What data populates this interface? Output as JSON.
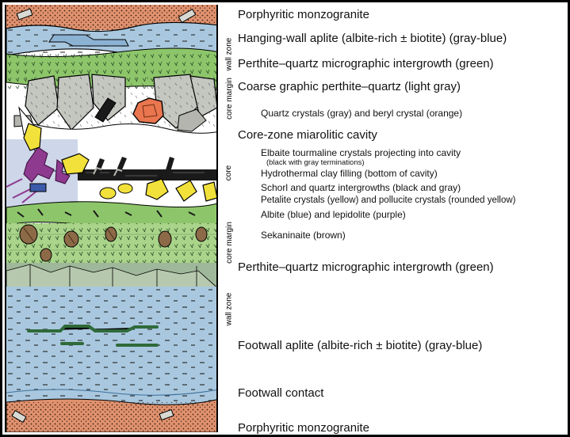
{
  "zones": {
    "wall_zone_top": "wall zone",
    "core_margin_top": "core margin",
    "core": "core",
    "core_margin_bottom": "core margin",
    "wall_zone_bottom": "wall zone"
  },
  "labels": {
    "porphyritic_top": "Porphyritic monzogranite",
    "hanging_wall_aplite": "Hanging-wall aplite (albite-rich ± biotite) (gray-blue)",
    "perthite_quartz_top": "Perthite–quartz micrographic intergrowth (green)",
    "coarse_graphic": "Coarse graphic perthite–quartz (light gray)",
    "quartz_beryl": "Quartz crystals (gray) and beryl crystal (orange)",
    "miarolitic_cavity": "Core-zone miarolitic cavity",
    "elbaite": "Elbaite tourmaline crystals projecting into cavity",
    "elbaite_note": "(black with gray terminations)",
    "hydrothermal_clay": "Hydrothermal clay filling (bottom of cavity)",
    "schorl_quartz": "Schorl and quartz intergrowths (black and gray)",
    "petalite_pollucite": "Petalite crystals (yellow) and pollucite crystals (rounded yellow)",
    "albite_lepidolite": "Albite (blue) and lepidolite (purple)",
    "sekaninaite": "Sekaninaite (brown)",
    "perthite_quartz_bottom": "Perthite–quartz micrographic intergrowth (green)",
    "footwall_aplite": "Footwall aplite (albite-rich ± biotite) (gray-blue)",
    "footwall_contact": "Footwall contact",
    "porphyritic_bottom": "Porphyritic monzogranite"
  },
  "colors": {
    "monzogranite": "#e0916e",
    "aplite": "#a9c8df",
    "perthite_green": "#8dc66a",
    "graphic_gray": "#c4c6c0",
    "beryl": "#e9764f",
    "petalite": "#f2e13a",
    "lepidolite": "#8d3a8f",
    "albite": "#3c5aa8",
    "sekaninaite": "#8d6a47",
    "clay": "#1a1a1a"
  }
}
